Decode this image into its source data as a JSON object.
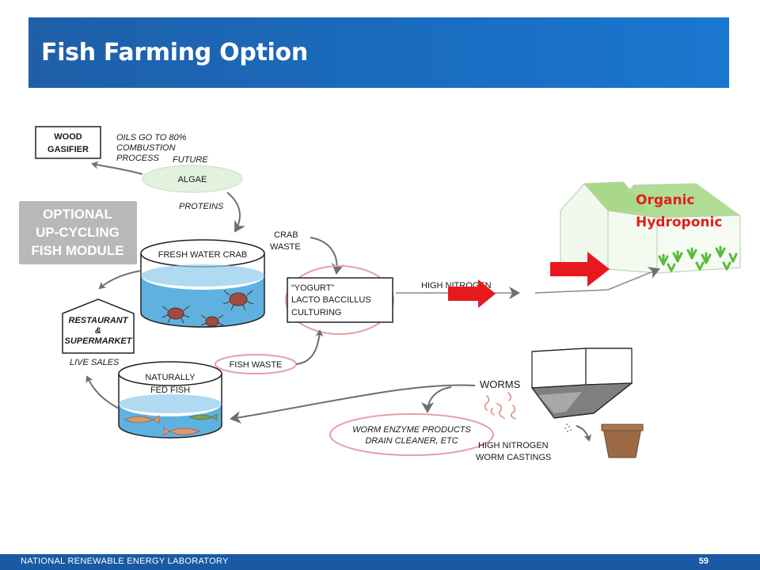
{
  "header": {
    "title": "Fish Farming Option"
  },
  "footer": {
    "organization": "NATIONAL RENEWABLE ENERGY LABORATORY",
    "page_number": "59"
  },
  "diagram": {
    "wood_gasifier": [
      "WOOD",
      "GASIFIER"
    ],
    "oils_note": [
      "OILS GO TO 80%",
      "COMBUSTION",
      "PROCESS"
    ],
    "future": "FUTURE",
    "algae": "ALGAE",
    "proteins": "PROTEINS",
    "optional_module": [
      "OPTIONAL",
      "UP-CYCLING",
      "FISH MODULE"
    ],
    "fresh_water_crab": "FRESH WATER CRAB",
    "crab_waste": [
      "CRAB",
      "WASTE"
    ],
    "yogurt": [
      "“YOGURT”",
      "LACTO BACCILLUS",
      "CULTURING"
    ],
    "high_nitrogen": "HIGH NITROGEN",
    "restaurant": [
      "RESTAURANT",
      "&",
      "SUPERMARKET"
    ],
    "live_sales": "LIVE SALES",
    "naturally_fed_fish": [
      "NATURALLY",
      "FED FISH"
    ],
    "fish_waste": "FISH WASTE",
    "worms": "WORMS",
    "worm_products": [
      "WORM ENZYME PRODUCTS",
      "DRAIN CLEANER, ETC"
    ],
    "worm_castings": [
      "HIGH NITROGEN",
      "WORM CASTINGS"
    ],
    "organic_hydroponic": [
      "Organic",
      "Hydroponic"
    ]
  },
  "colors": {
    "title_bar": "#1f64b0",
    "footer_bar": "#1a5aa4",
    "highlight_oval": "#e8a0a3",
    "red_arrow": "#e8191e",
    "water": "#5fb2df",
    "algae_fill": "#e3f1df",
    "optional_box": "#b8b8b8",
    "greenhouse_roof": "#a9d88a"
  }
}
